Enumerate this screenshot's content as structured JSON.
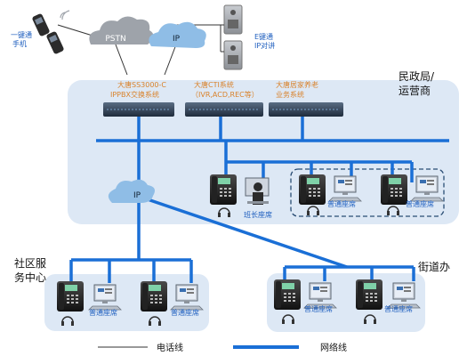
{
  "colors": {
    "network_line": "#1a6fd6",
    "phone_line": "#333333",
    "panel_bg": "#dde8f5",
    "label_blue": "#1f5fbf",
    "label_orange": "#d9822b",
    "cloud_gray": "#9ea3aa",
    "cloud_blue": "#8fbde6",
    "server_dark": "#2d3e52"
  },
  "clouds": {
    "pstn": "PSTN",
    "ip_top": "IP",
    "ip_mid": "IP"
  },
  "devices": {
    "mobile": {
      "label_line1": "一键通",
      "label_line2": "手机",
      "icon": "mobile-phone-icon"
    },
    "ip_intercom": {
      "label_line1": "E键通",
      "label_line2": "IP对讲",
      "icon": "intercom-icon"
    }
  },
  "servers": [
    {
      "line1": "大唐SS3000-C",
      "line2": "IPPBX交换系统"
    },
    {
      "line1": "大唐CTI系统",
      "line2": "（IVR,ACD,REC等）"
    },
    {
      "line1": "大唐居家养老",
      "line2": "业务系统"
    }
  ],
  "regions": {
    "civil_affairs": {
      "line1": "民政局/",
      "line2": "运营商"
    },
    "community": {
      "line1": "社区服",
      "line2": "务中心"
    },
    "street": {
      "line1": "街道办"
    }
  },
  "seats": {
    "leader": "班长座席",
    "normal": "普通座席"
  },
  "legend": {
    "phone_line": "电话线",
    "network_line": "网络线"
  }
}
